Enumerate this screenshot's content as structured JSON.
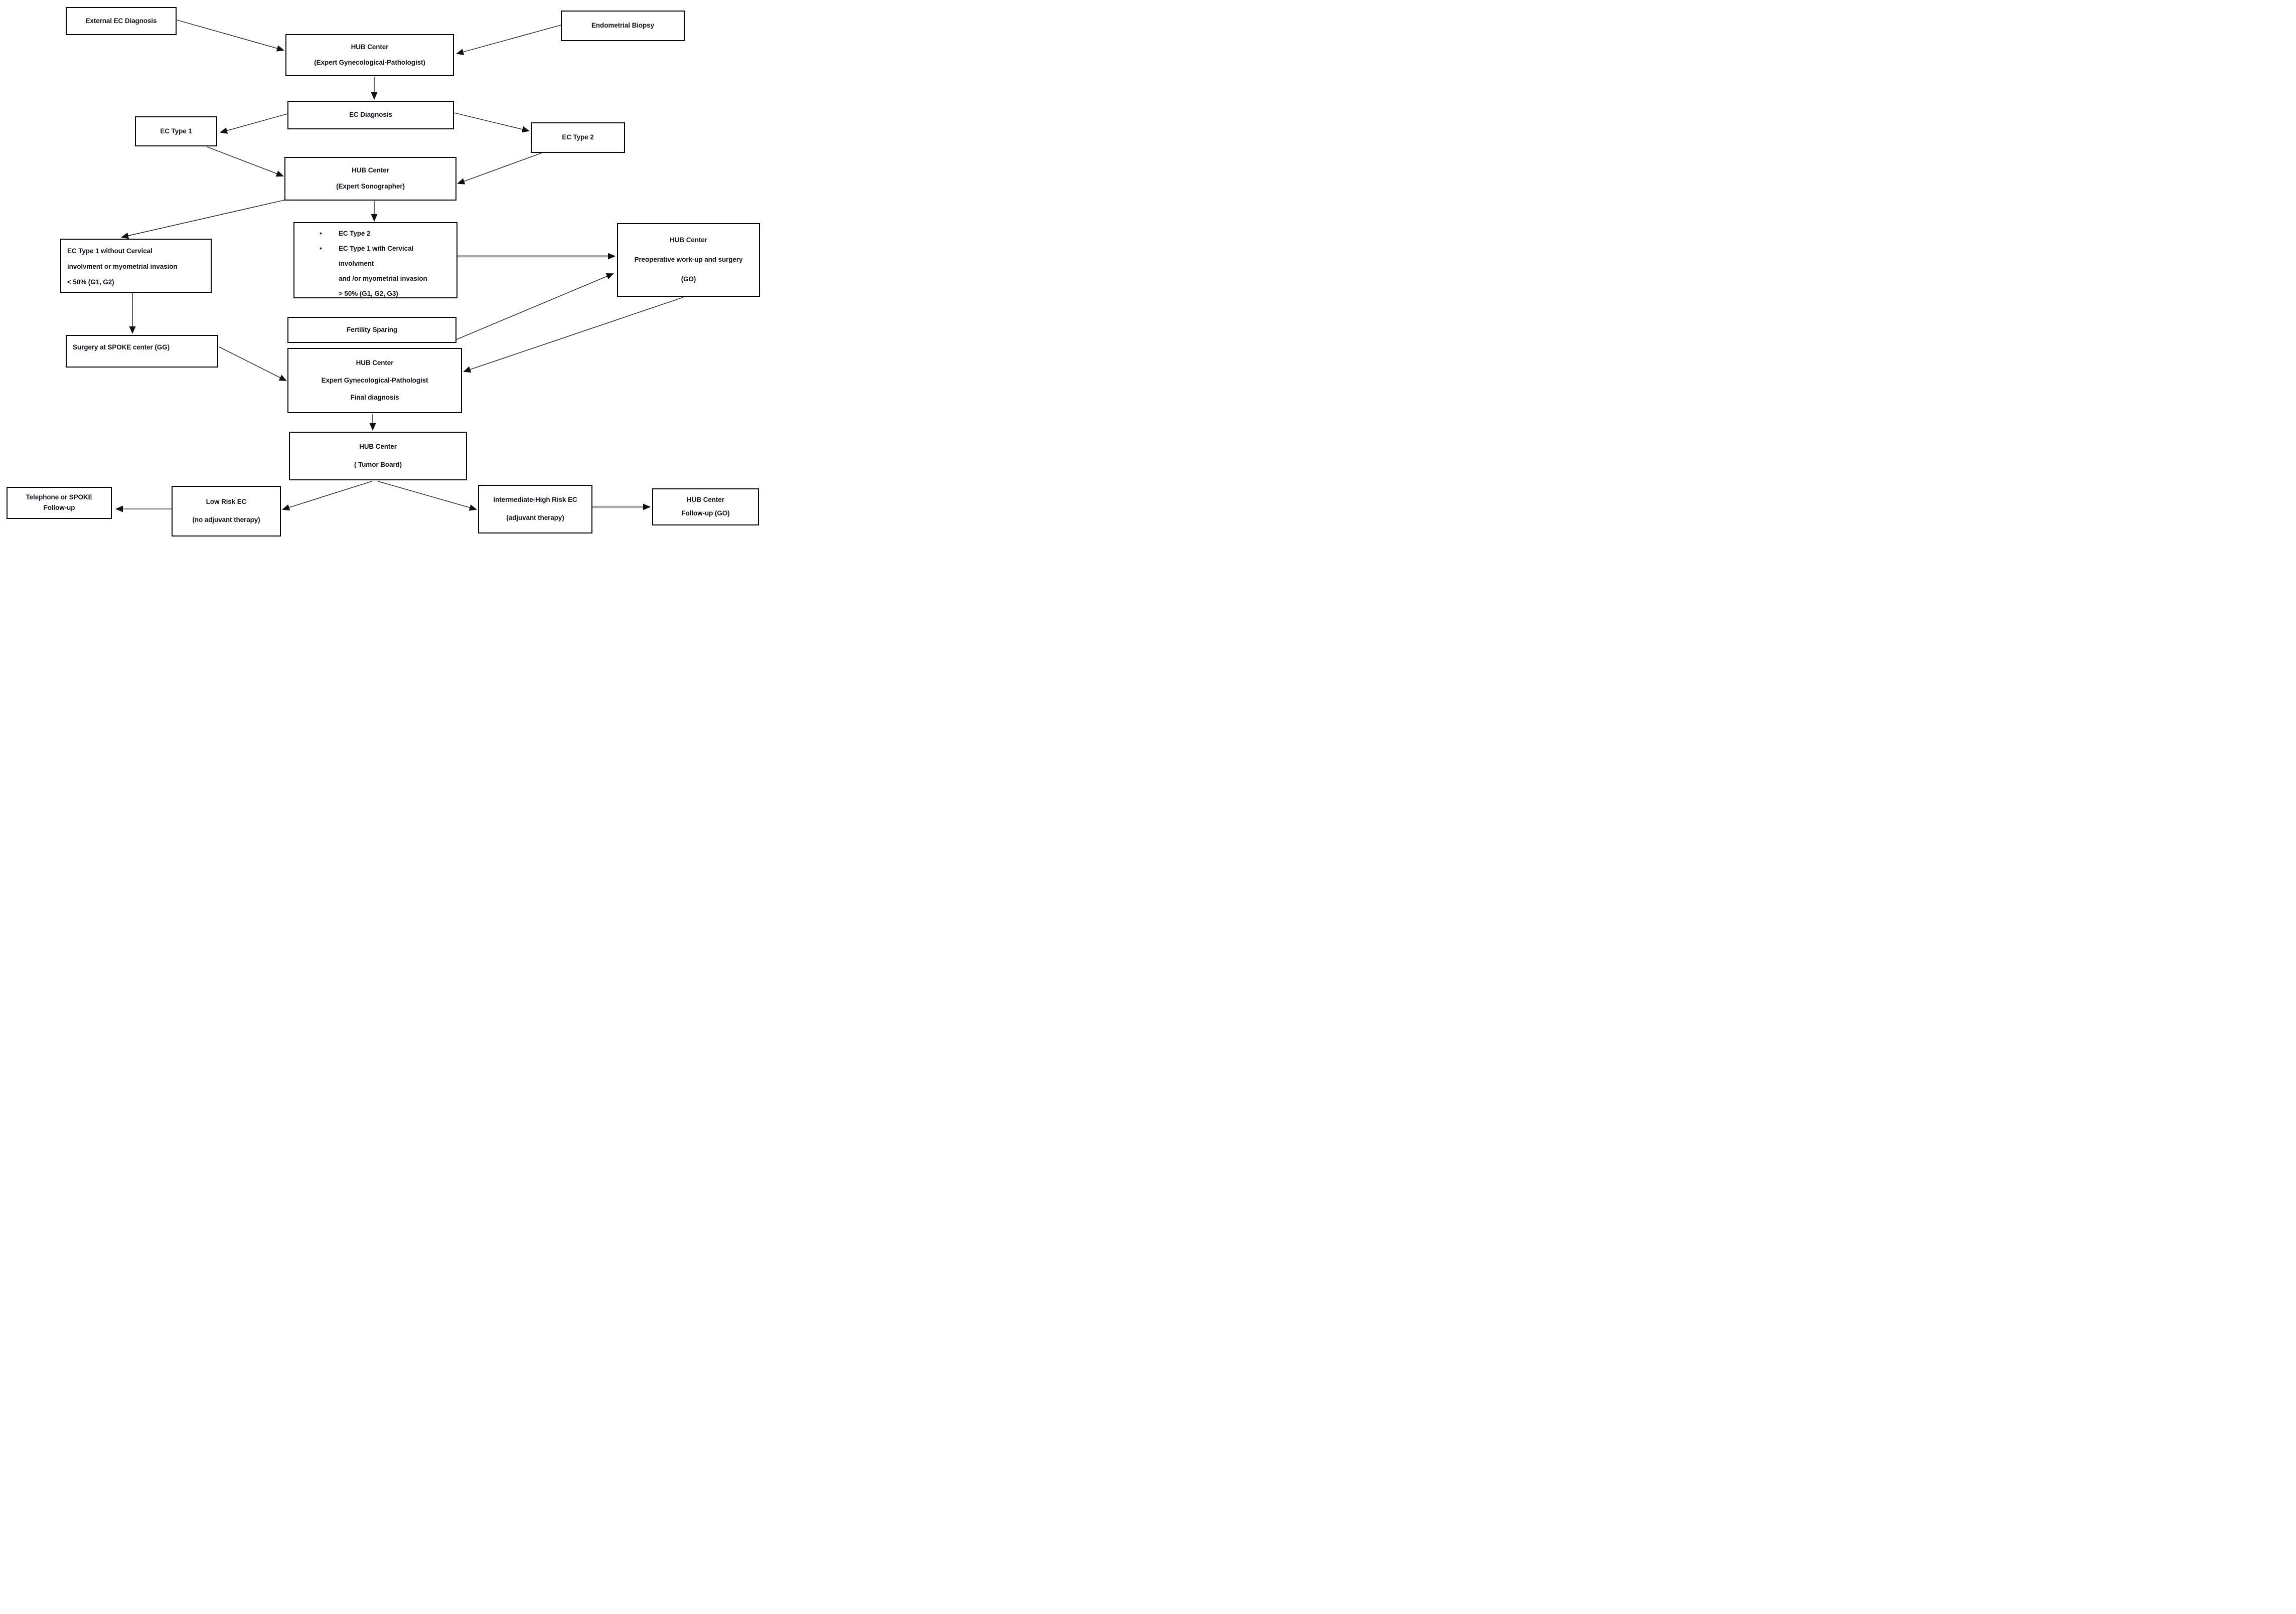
{
  "diagram": {
    "colors": {
      "box_border": "#060606",
      "text": "#14141f",
      "connector_black": "#1a1a1a",
      "connector_gray_thick": "#a9a9a9",
      "connector_gray_medium": "#8a8a8a",
      "arrowhead": "#111111"
    },
    "nodes": {
      "external_ec_diagnosis": {
        "label": "External EC Diagnosis"
      },
      "endometrial_biopsy": {
        "label": "Endometrial Biopsy"
      },
      "hub_pathologist": {
        "lines": [
          "HUB Center",
          "(Expert Gynecological-Pathologist)"
        ]
      },
      "ec_diagnosis": {
        "label": "EC Diagnosis"
      },
      "ec_type_1": {
        "label": "EC Type 1"
      },
      "ec_type_2": {
        "label": "EC Type 2"
      },
      "hub_sonographer": {
        "lines": [
          "HUB Center",
          "(Expert Sonographer)"
        ]
      },
      "ec_type_1_without": {
        "lines": [
          "EC Type 1 without  Cervical",
          "involvment or myometrial invasion",
          "< 50% (G1, G2)"
        ]
      },
      "sonographer_findings": {
        "bullets": [
          {
            "lines": [
              "EC Type 2"
            ]
          },
          {
            "lines": [
              "EC Type 1 with Cervical",
              "involvment",
              "and /or myometrial invasion",
              "> 50% (G1, G2, G3)"
            ]
          }
        ]
      },
      "hub_preop": {
        "lines": [
          "HUB Center",
          "Preoperative work-up and surgery",
          "(GO)"
        ]
      },
      "fertility_sparing": {
        "label": "Fertility Sparing"
      },
      "surgery_spoke": {
        "label": "Surgery at SPOKE center (GG)"
      },
      "hub_final": {
        "lines": [
          "HUB Center",
          "Expert Gynecological-Pathologist",
          "Final diagnosis"
        ]
      },
      "tumor_board": {
        "lines": [
          "HUB Center",
          "( Tumor Board)"
        ]
      },
      "telephone_followup": {
        "lines": [
          "Telephone or SPOKE",
          "Follow-up"
        ]
      },
      "low_risk": {
        "lines": [
          "Low Risk EC",
          "(no adjuvant therapy)"
        ]
      },
      "intermediate_high_risk": {
        "lines": [
          "Intermediate-High Risk EC",
          "(adjuvant therapy)"
        ]
      },
      "hub_followup": {
        "lines": [
          "HUB Center",
          "Follow-up (GO)"
        ]
      }
    }
  }
}
